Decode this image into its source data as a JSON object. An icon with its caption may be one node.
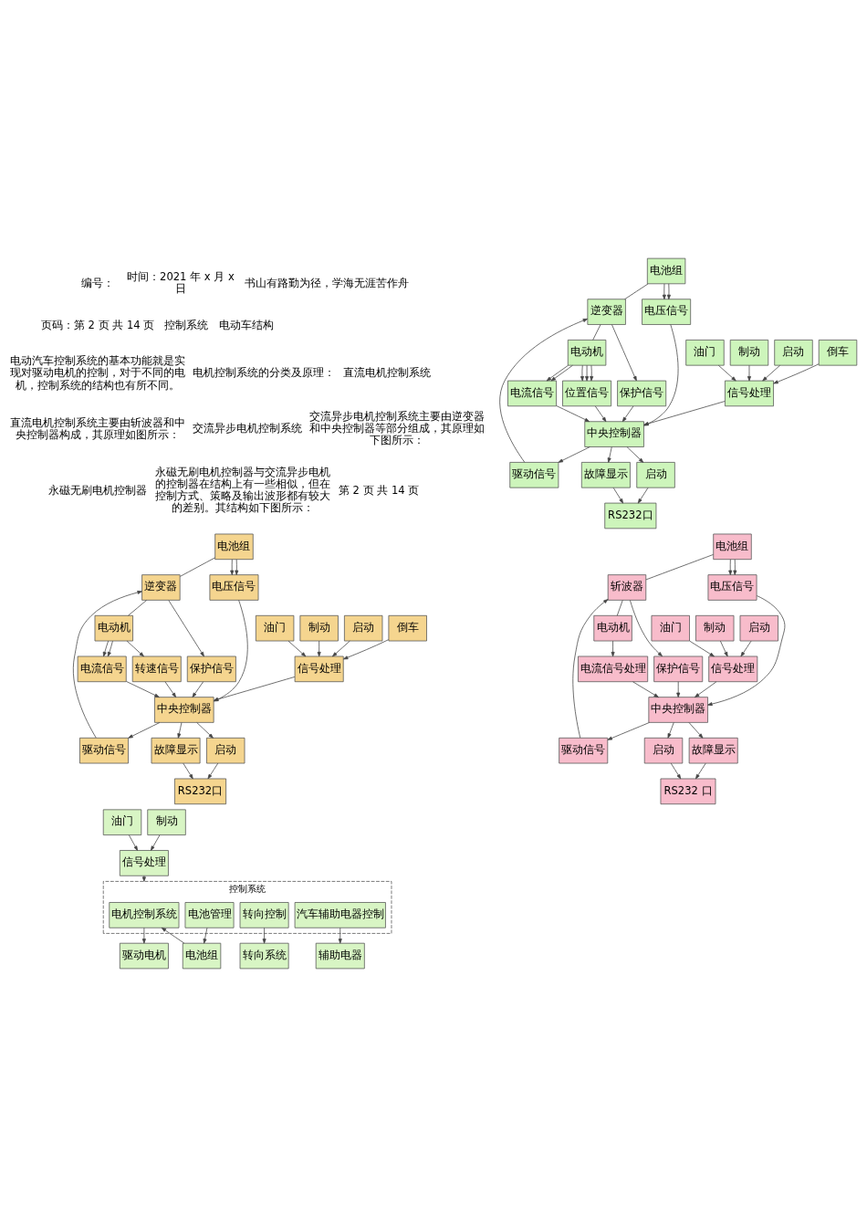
{
  "diagram": {
    "nodes": [
      {
        "text": [
          "控制系统"
        ]
      },
      {
        "text": [
          "电池组"
        ]
      },
      {
        "text": [
          "电机控制系统"
        ],
        "in": 0
      },
      {
        "text": [
          "电池管理"
        ],
        "in": 0
      },
      {
        "text": [
          "转向控制"
        ],
        "in": 0
      },
      {
        "text": [
          "汽车辅助电器控制"
        ],
        "in": 0
      },
      {
        "text": [
          "驱动电机"
        ]
      },
      {
        "text": [
          "信号处理"
        ]
      },
      {
        "text": [
          "油门"
        ]
      },
      {
        "text": [
          "制动"
        ]
      },
      {
        "text": [
          "转向系统"
        ]
      },
      {
        "text": [
          "辅助电器"
        ]
      },
      {
        "text": [
          "电池组"
        ]
      },
      {
        "text": [
          "斩波器"
        ]
      },
      {
        "text": [
          "电动机"
        ]
      },
      {
        "text": [
          "电压信号"
        ]
      },
      {
        "text": [
          "驱动信号"
        ]
      },
      {
        "text": [
          "保护信号"
        ]
      },
      {
        "text": [
          "电流信号处理"
        ]
      },
      {
        "text": [
          "中央控制器"
        ]
      },
      {
        "text": [
          "RS232 口"
        ]
      },
      {
        "text": [
          "启动"
        ]
      },
      {
        "text": [
          "故障显示"
        ]
      },
      {
        "text": [
          "信号处理"
        ]
      },
      {
        "text": [
          "油门"
        ]
      },
      {
        "text": [
          "制动"
        ]
      },
      {
        "text": [
          "启动"
        ]
      },
      {
        "text": [
          "电池组"
        ]
      },
      {
        "text": [
          "逆变器"
        ]
      },
      {
        "text": [
          "电动机"
        ]
      },
      {
        "text": [
          "电压信号"
        ]
      },
      {
        "text": [
          "驱动信号"
        ]
      },
      {
        "text": [
          "保护信号"
        ]
      },
      {
        "text": [
          "电流信号"
        ]
      },
      {
        "text": [
          "中央控制器"
        ]
      },
      {
        "text": [
          "转速信号"
        ]
      },
      {
        "text": [
          "RS232口"
        ]
      },
      {
        "text": [
          "启动"
        ]
      },
      {
        "text": [
          "故障显示"
        ]
      },
      {
        "text": [
          "信号处理"
        ]
      },
      {
        "text": [
          "油门"
        ]
      },
      {
        "text": [
          "制动"
        ]
      },
      {
        "text": [
          "启动"
        ]
      },
      {
        "text": [
          "倒车"
        ]
      },
      {
        "text": [
          "电池组"
        ]
      },
      {
        "text": [
          "逆变器"
        ]
      },
      {
        "text": [
          "电动机"
        ]
      },
      {
        "text": [
          "电压信号"
        ]
      },
      {
        "text": [
          "驱动信号"
        ]
      },
      {
        "text": [
          "保护信号"
        ]
      },
      {
        "text": [
          "电流信号"
        ]
      },
      {
        "text": [
          "中央控制器"
        ]
      },
      {
        "text": [
          "位置信号"
        ]
      },
      {
        "text": [
          "RS232口"
        ]
      },
      {
        "text": [
          "启动"
        ]
      },
      {
        "text": [
          "故障显示"
        ]
      },
      {
        "text": [
          "信号处理"
        ]
      },
      {
        "text": [
          "油门"
        ]
      },
      {
        "text": [
          "制动"
        ]
      },
      {
        "text": [
          "启动"
        ]
      },
      {
        "text": [
          "倒车"
        ]
      }
    ],
    "edges": [
      {
        "from": 1,
        "to": 2,
        "arrow": "to"
      },
      {
        "from": 2,
        "to": 6,
        "arrow": "to"
      },
      {
        "from": 3,
        "to": 1,
        "arrow": "to"
      },
      {
        "from": 4,
        "to": 10,
        "arrow": "to"
      },
      {
        "from": 5,
        "to": 11,
        "arrow": "to"
      },
      {
        "from": 7,
        "to": 0,
        "arrow": "to"
      },
      {
        "from": 8,
        "to": 7,
        "arrow": "to"
      },
      {
        "from": 9,
        "to": 7,
        "arrow": "to"
      },
      {
        "from": 12,
        "to": 13,
        "arrow": "none"
      },
      {
        "from": 13,
        "to": 14,
        "arrow": "none"
      },
      {
        "from": 12,
        "to": 15,
        "arrow": "to"
      },
      {
        "from": 12,
        "to": 15,
        "arrow": "to"
      },
      {
        "from": 16,
        "to": 13,
        "arrow": "to"
      },
      {
        "from": 13,
        "to": 17,
        "arrow": "to"
      },
      {
        "from": 14,
        "to": 18,
        "arrow": "to"
      },
      {
        "from": 15,
        "to": 19,
        "arrow": "to"
      },
      {
        "from": 17,
        "to": 19,
        "arrow": "to"
      },
      {
        "from": 18,
        "to": 19,
        "arrow": "to"
      },
      {
        "from": 19,
        "to": 16,
        "arrow": "to"
      },
      {
        "from": 19,
        "to": 21,
        "arrow": "to"
      },
      {
        "from": 21,
        "to": 20,
        "arrow": "to"
      },
      {
        "from": 22,
        "to": 20,
        "arrow": "to"
      },
      {
        "from": 19,
        "to": 22,
        "arrow": "to"
      },
      {
        "from": 23,
        "to": 19,
        "arrow": "to"
      },
      {
        "from": 24,
        "to": 23,
        "arrow": "to"
      },
      {
        "from": 25,
        "to": 23,
        "arrow": "to"
      },
      {
        "from": 26,
        "to": 23,
        "arrow": "to"
      },
      {
        "from": 27,
        "to": 28,
        "arrow": "none"
      },
      {
        "from": 28,
        "to": 29,
        "arrow": "none"
      },
      {
        "from": 27,
        "to": 30,
        "arrow": "to"
      },
      {
        "from": 27,
        "to": 30,
        "arrow": "to"
      },
      {
        "from": 31,
        "to": 28,
        "arrow": "to"
      },
      {
        "from": 28,
        "to": 32,
        "arrow": "to"
      },
      {
        "from": 29,
        "to": 33,
        "arrow": "to"
      },
      {
        "from": 29,
        "to": 33,
        "arrow": "to"
      },
      {
        "from": 30,
        "to": 34,
        "arrow": "to"
      },
      {
        "from": 32,
        "to": 34,
        "arrow": "to"
      },
      {
        "from": 33,
        "to": 34,
        "arrow": "to"
      },
      {
        "from": 34,
        "to": 31,
        "arrow": "to"
      },
      {
        "from": 29,
        "to": 35,
        "arrow": "to"
      },
      {
        "from": 35,
        "to": 34,
        "arrow": "to"
      },
      {
        "from": 34,
        "to": 37,
        "arrow": "to"
      },
      {
        "from": 37,
        "to": 36,
        "arrow": "to"
      },
      {
        "from": 38,
        "to": 36,
        "arrow": "to"
      },
      {
        "from": 34,
        "to": 38,
        "arrow": "to"
      },
      {
        "from": 39,
        "to": 34,
        "arrow": "to"
      },
      {
        "from": 40,
        "to": 39,
        "arrow": "to"
      },
      {
        "from": 41,
        "to": 39,
        "arrow": "to"
      },
      {
        "from": 42,
        "to": 39,
        "arrow": "to"
      },
      {
        "from": 43,
        "to": 39,
        "arrow": "to"
      },
      {
        "from": 44,
        "to": 45,
        "arrow": "none"
      },
      {
        "from": 45,
        "to": 46,
        "arrow": "none"
      },
      {
        "from": 44,
        "to": 47,
        "arrow": "to"
      },
      {
        "from": 44,
        "to": 47,
        "arrow": "to"
      },
      {
        "from": 48,
        "to": 45,
        "arrow": "to"
      },
      {
        "from": 45,
        "to": 49,
        "arrow": "to"
      },
      {
        "from": 46,
        "to": 50,
        "arrow": "to"
      },
      {
        "from": 46,
        "to": 50,
        "arrow": "to"
      },
      {
        "from": 47,
        "to": 51,
        "arrow": "to"
      },
      {
        "from": 49,
        "to": 51,
        "arrow": "to"
      },
      {
        "from": 50,
        "to": 51,
        "arrow": "to"
      },
      {
        "from": 51,
        "to": 48,
        "arrow": "to"
      },
      {
        "from": 46,
        "to": 52,
        "arrow": "to"
      },
      {
        "from": 46,
        "to": 52,
        "arrow": "to"
      },
      {
        "from": 46,
        "to": 52,
        "arrow": "to"
      },
      {
        "from": 52,
        "to": 51,
        "arrow": "to"
      },
      {
        "from": 51,
        "to": 54,
        "arrow": "to"
      },
      {
        "from": 54,
        "to": 53,
        "arrow": "to"
      },
      {
        "from": 55,
        "to": 53,
        "arrow": "to"
      },
      {
        "from": 51,
        "to": 55,
        "arrow": "to"
      },
      {
        "from": 56,
        "to": 51,
        "arrow": "to"
      },
      {
        "from": 57,
        "to": 56,
        "arrow": "to"
      },
      {
        "from": 58,
        "to": 56,
        "arrow": "to"
      },
      {
        "from": 59,
        "to": 56,
        "arrow": "to"
      },
      {
        "from": 60,
        "to": 56,
        "arrow": "to"
      }
    ],
    "labels": [
      "编号：",
      "时间：2021 年 x 月 x 日",
      "书山有路勤为径，学海无涯苦作舟",
      "页码：第 2 页 共 14 页",
      "控制系统",
      "电动车结构",
      "电动汽车控制系统的基本功能就是实现对驱动电机的控制，对于不同的电机，控制系统的结构也有所不同。",
      "电机控制系统的分类及原理：",
      "直流电机控制系统",
      "直流电机控制系统主要由斩波器和中央控制器构成，其原理如图所示：",
      "交流异步电机控制系统",
      "交流异步电机控制系统主要由逆变器和中央控制器等部分组成，其原理如下图所示：",
      "永磁无刷电机控制器",
      "永磁无刷电机控制器与交流异步电机的控制器在结构上有一些相似，但在控制方式、策略及输出波形都有较大的差别。其结构如下图所示：",
      "第 2 页 共 14 页"
    ]
  }
}
